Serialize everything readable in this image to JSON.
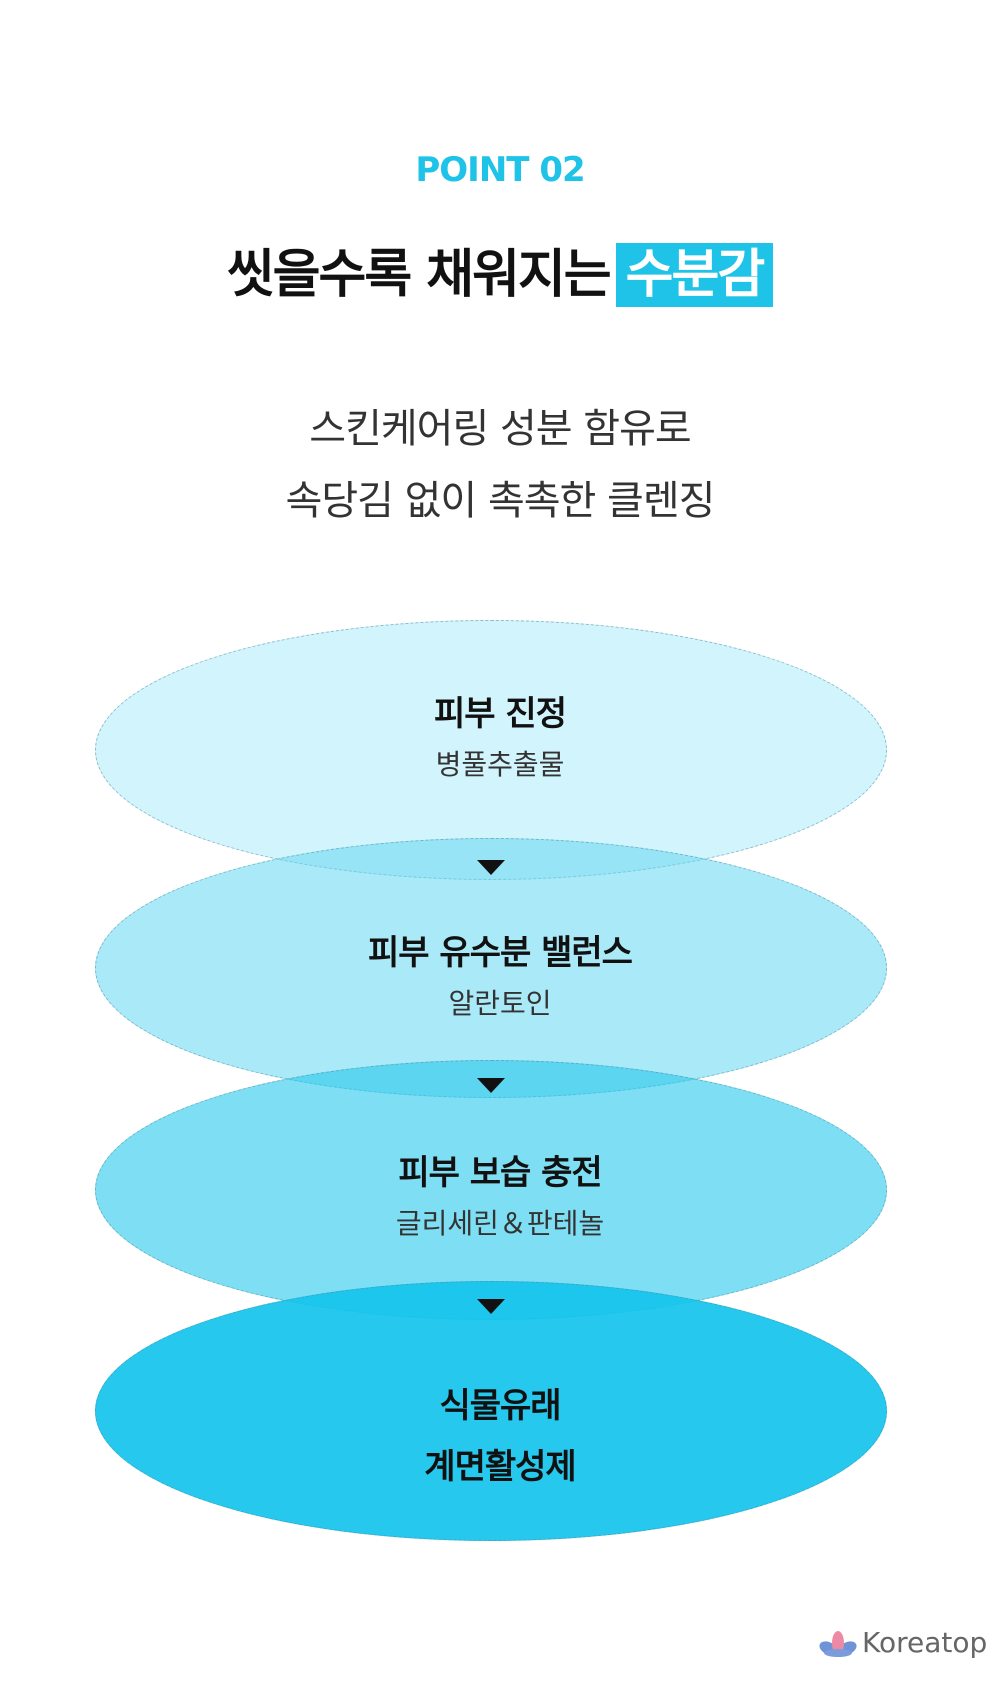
{
  "header": {
    "point_label": "POINT 02",
    "title_main": "씻을수록 채워지는",
    "title_highlight": "수분감"
  },
  "subtitle": {
    "line1": "스킨케어링 성분 함유로",
    "line2": "속당김 없이 촉촉한 클렌징"
  },
  "layers": [
    {
      "heading": "피부 진정",
      "sub": "병풀추출물",
      "color": "#d3f2fb"
    },
    {
      "heading": "피부 유수분 밸런스",
      "sub": "알란토인",
      "color": "#a3e8f7"
    },
    {
      "heading": "피부 보습 충전",
      "sub": "글리세린＆판테놀",
      "color": "#6ddcf3"
    },
    {
      "heading": "식물유래",
      "heading2": "계면활성제",
      "color": "#22c9ec"
    }
  ],
  "logo": {
    "text": "Koreatop"
  }
}
